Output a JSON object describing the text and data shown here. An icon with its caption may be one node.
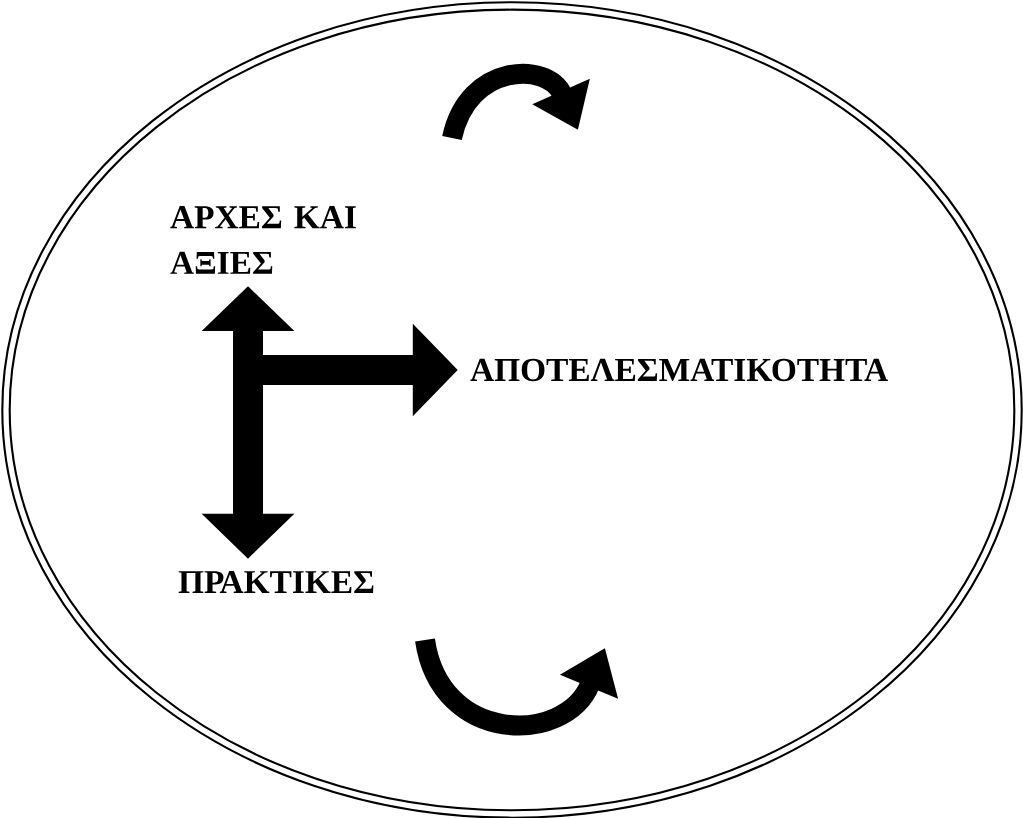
{
  "diagram": {
    "nodes": [
      {
        "text": [],
        "shape": "ellipse"
      },
      {
        "text": [
          "ΑΡΧΕΣ ΚΑΙ ΑΞΙΕΣ"
        ],
        "in": 0
      },
      {
        "text": [
          "ΑΠΟΤΕΛΕΣΜΑΤΙΚΟΤΗΤΑ"
        ],
        "in": 0
      },
      {
        "text": [
          "ΠΡΑΚΤΙΚΕΣ"
        ],
        "in": 0
      }
    ],
    "edges": [
      {
        "from": 1,
        "to": 3,
        "arrow": "both"
      },
      {
        "from": null,
        "to": 2,
        "arrow": "to"
      }
    ]
  }
}
